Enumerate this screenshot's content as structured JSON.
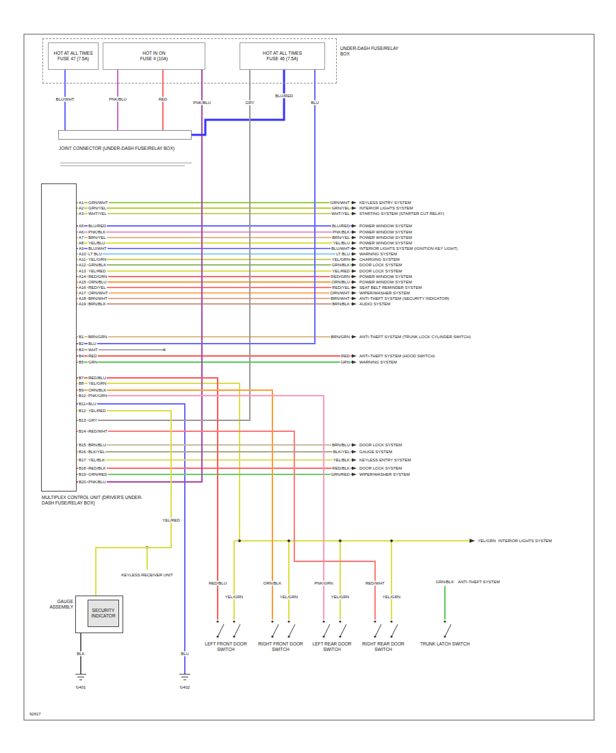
{
  "diagram": {
    "nodes": [
      {
        "text": [
          "UNDER-DASH FUSE/RELAY BOX"
        ]
      },
      {
        "text": [
          "HOT AT ALL TIMES",
          "FUSE 47 (7.5A)"
        ],
        "in": 0
      },
      {
        "text": [
          "HOT IN ON",
          "FUSE 4 (10A)"
        ],
        "in": 0
      },
      {
        "text": [
          "HOT AT ALL TIMES",
          "FUSE 46 (7.5A)"
        ],
        "in": 0
      },
      {
        "text": [
          "JOINT CONNECTOR (UNDER-DASH FUSE/RELAY BOX)"
        ]
      },
      {
        "text": [
          "MULTIPLEX CONTROL UNIT (DRIVER'S UNDER-DASH FUSE/RELAY BOX)"
        ]
      },
      {
        "text": [
          "GAUGE ASSEMBLY"
        ]
      },
      {
        "text": [
          "SECURITY INDICATOR"
        ],
        "in": 6
      },
      {
        "text": [
          "LEFT FRONT DOOR SWITCH"
        ]
      },
      {
        "text": [
          "RIGHT FRONT DOOR SWITCH"
        ]
      },
      {
        "text": [
          "LEFT REAR DOOR SWITCH"
        ]
      },
      {
        "text": [
          "RIGHT REAR DOOR SWITCH"
        ]
      },
      {
        "text": [
          "TRUNK LATCH SWITCH"
        ]
      }
    ],
    "edges": [
      {
        "from": 1,
        "to": 4,
        "arrow": "none",
        "label": "BLU/WHT"
      },
      {
        "from": 2,
        "to": 4,
        "arrow": "none",
        "label": "PNK/BLU"
      },
      {
        "from": 2,
        "to": 4,
        "arrow": "none",
        "label": "RED"
      },
      {
        "from": 2,
        "to": 5,
        "arrow": "none",
        "label": "PNK/BLU"
      },
      {
        "from": 3,
        "to": 4,
        "arrow": "none",
        "label": "BLU/RED"
      },
      {
        "from": 3,
        "to": 5,
        "arrow": "none",
        "label": "GRY"
      },
      {
        "from": 3,
        "to": 5,
        "arrow": "none",
        "label": "BLU"
      },
      {
        "from": 5,
        "to": 8,
        "arrow": "none",
        "label": "RED/BLU"
      },
      {
        "from": 5,
        "to": 9,
        "arrow": "none",
        "label": "ORN/BLK"
      },
      {
        "from": 5,
        "to": 10,
        "arrow": "none",
        "label": "PNK/GRN"
      },
      {
        "from": 5,
        "to": 11,
        "arrow": "none",
        "label": "RED/WHT"
      },
      {
        "from": 5,
        "to": 6,
        "arrow": "none",
        "label": "YEL/RED"
      }
    ],
    "labels": [
      "A1",
      "GRN/WHT",
      "GRN/WHT",
      "KEYLESS ENTRY SYSTEM",
      "A2",
      "GRN/YEL",
      "GRN/YEL",
      "INTERIOR LIGHTS SYSTEM",
      "A3",
      "WHT/YEL",
      "WHT/YEL",
      "STARTING SYSTEM (STARTER CUT RELAY)",
      "A5",
      "BLU/RED",
      "BLU/RED",
      "POWER WINDOW SYSTEM",
      "A6",
      "PNK/BLK",
      "PNK/BLK",
      "POWER WINDOW SYSTEM",
      "A7",
      "BRN/YEL",
      "BRN/YEL",
      "POWER WINDOW SYSTEM",
      "A8",
      "YEL/BLU",
      "YEL/BLU",
      "POWER WINDOW SYSTEM",
      "A9",
      "BLU/WHT",
      "BLU/WHT",
      "INTERIOR LIGHTS SYSTEM (IGNITION KEY LIGHT)",
      "A10",
      "LT BLU",
      "LT BLU",
      "WARNING SYSTEM",
      "A11",
      "YEL/GRN",
      "YEL/GRN",
      "CHARGING SYSTEM",
      "A12",
      "GRN/BLK",
      "GRN/BLK",
      "DOOR LOCK SYSTEM",
      "A13",
      "YEL/RED",
      "YEL/RED",
      "DOOR LOCK SYSTEM",
      "A14",
      "RED/GRN",
      "RED/GRN",
      "POWER WINDOW SYSTEM",
      "A15",
      "ORN/BLU",
      "ORN/BLU",
      "POWER WINDOW SYSTEM",
      "A16",
      "RED/YEL",
      "RED/YEL",
      "SEAT BELT REMINDER SYSTEM",
      "A17",
      "ORN/WHT",
      "ORN/WHT",
      "WIPER/WASHER SYSTEM",
      "A18",
      "BRN/WHT",
      "BRN/WHT",
      "ANTI-THEFT SYSTEM (SECURITY INDICATOR)",
      "A19",
      "BRN/BLK",
      "BRN/BLK",
      "AUDIO SYSTEM",
      "B1",
      "BRN/GRN",
      "BRN/GRN",
      "ANTI-THEFT SYSTEM (TRUNK LOCK CYLINDER SWITCH)",
      "B2",
      "BLU",
      "B3",
      "WHT",
      "B4",
      "RED",
      "RED",
      "ANTI-THEFT SYSTEM (HOOD SWITCH)",
      "B5",
      "GRN",
      "GRN",
      "WARNING SYSTEM",
      "B7",
      "RED/BLU",
      "B8",
      "YEL/GRN",
      "B9",
      "ORN/BLK",
      "B10",
      "PNK/GRN",
      "B11",
      "BLU",
      "B12",
      "YEL/RED",
      "B13",
      "GRY",
      "B14",
      "RED/WHT",
      "B15",
      "BRN/BLU",
      "BRN/BLU",
      "DOOR LOCK SYSTEM",
      "B16",
      "BLK/YEL",
      "BLK/YEL",
      "GAUGE SYSTEM",
      "B17",
      "YEL/BLK",
      "YEL/BLK",
      "KEYLESS ENTRY SYSTEM",
      "B18",
      "RED/BLK",
      "RED/BLK",
      "DOOR LOCK SYSTEM",
      "B19",
      "GRN/RED",
      "GRN/RED",
      "WIPER/WASHER SYSTEM",
      "B20",
      "PNK/BLU",
      "YEL/GRN",
      "INTERIOR LIGHTS SYSTEM",
      "YEL/GRN",
      "YEL/GRN",
      "YEL/GRN",
      "YEL/GRN",
      "GRN/BLK",
      "ANTI-THEFT SYSTEM",
      "BLK",
      "G401",
      "BLU",
      "G402",
      "KEYLESS RECEIVER UNIT",
      "92617"
    ]
  }
}
